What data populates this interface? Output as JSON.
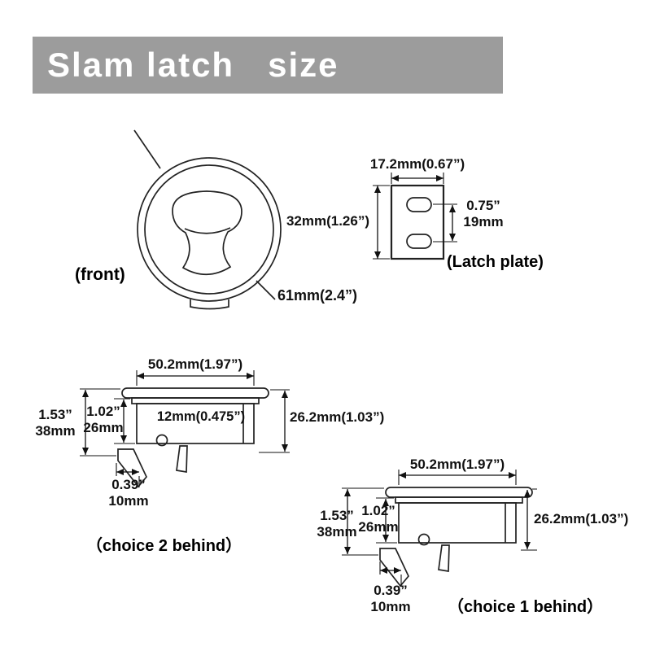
{
  "title": "Slam latch   size",
  "colors": {
    "banner_gray": "#9c9c9c",
    "line": "#1a1a1a",
    "title_text": "#ffffff"
  },
  "front": {
    "label": "(front)",
    "diameter": "61mm(2.4”)"
  },
  "latch_plate": {
    "label": "(Latch plate)",
    "width": "17.2mm(0.67”)",
    "height": "32mm(1.26”)",
    "hole_spacing_inch": "0.75”",
    "hole_spacing_mm": "19mm"
  },
  "choice2": {
    "label": "（choice 2 behind）",
    "width": "50.2mm(1.97”)",
    "depth_right": "26.2mm(1.03”)",
    "height_total_inch": "1.53”",
    "height_total_mm": "38mm",
    "height_body_inch": "1.02”",
    "height_body_mm": "26mm",
    "panel_thickness": "12mm(0.475”)",
    "pawl_inch": "0.39”",
    "pawl_mm": "10mm"
  },
  "choice1": {
    "label": "（choice 1 behind）",
    "width": "50.2mm(1.97”)",
    "depth_right": "26.2mm(1.03”)",
    "height_total_inch": "1.53”",
    "height_total_mm": "38mm",
    "height_body_inch": "1.02”",
    "height_body_mm": "26mm",
    "pawl_inch": "0.39”",
    "pawl_mm": "10mm"
  }
}
